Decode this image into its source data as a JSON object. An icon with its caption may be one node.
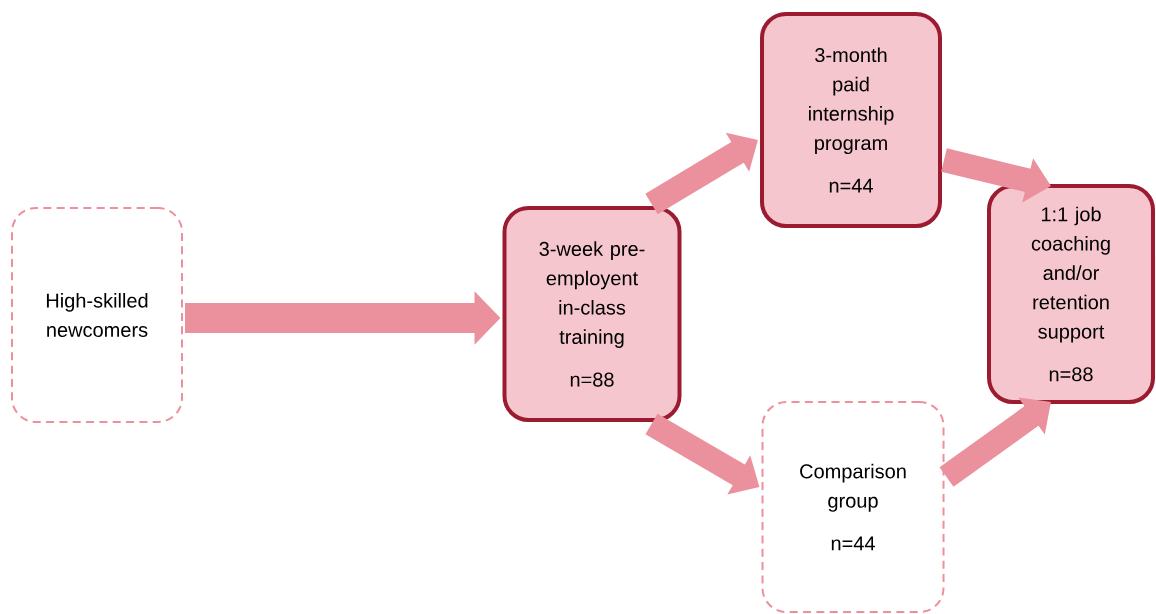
{
  "diagram": {
    "nodes": [
      {
        "text": [
          "High-skilled newcomers"
        ]
      },
      {
        "text": [
          "3-week pre-employent in-class training",
          "n=88"
        ]
      },
      {
        "text": [
          "3-month paid internship program",
          "n=44"
        ]
      },
      {
        "text": [
          "Comparison group",
          "n=44"
        ]
      },
      {
        "text": [
          "1:1 job coaching and/or retention support",
          "n=88"
        ]
      }
    ],
    "edges": [
      {
        "from": 0,
        "to": 1,
        "arrow": "to"
      },
      {
        "from": 1,
        "to": 2,
        "arrow": "to"
      },
      {
        "from": 1,
        "to": 3,
        "arrow": "to"
      },
      {
        "from": 2,
        "to": 4,
        "arrow": "to"
      },
      {
        "from": 3,
        "to": 4,
        "arrow": "to"
      }
    ]
  }
}
